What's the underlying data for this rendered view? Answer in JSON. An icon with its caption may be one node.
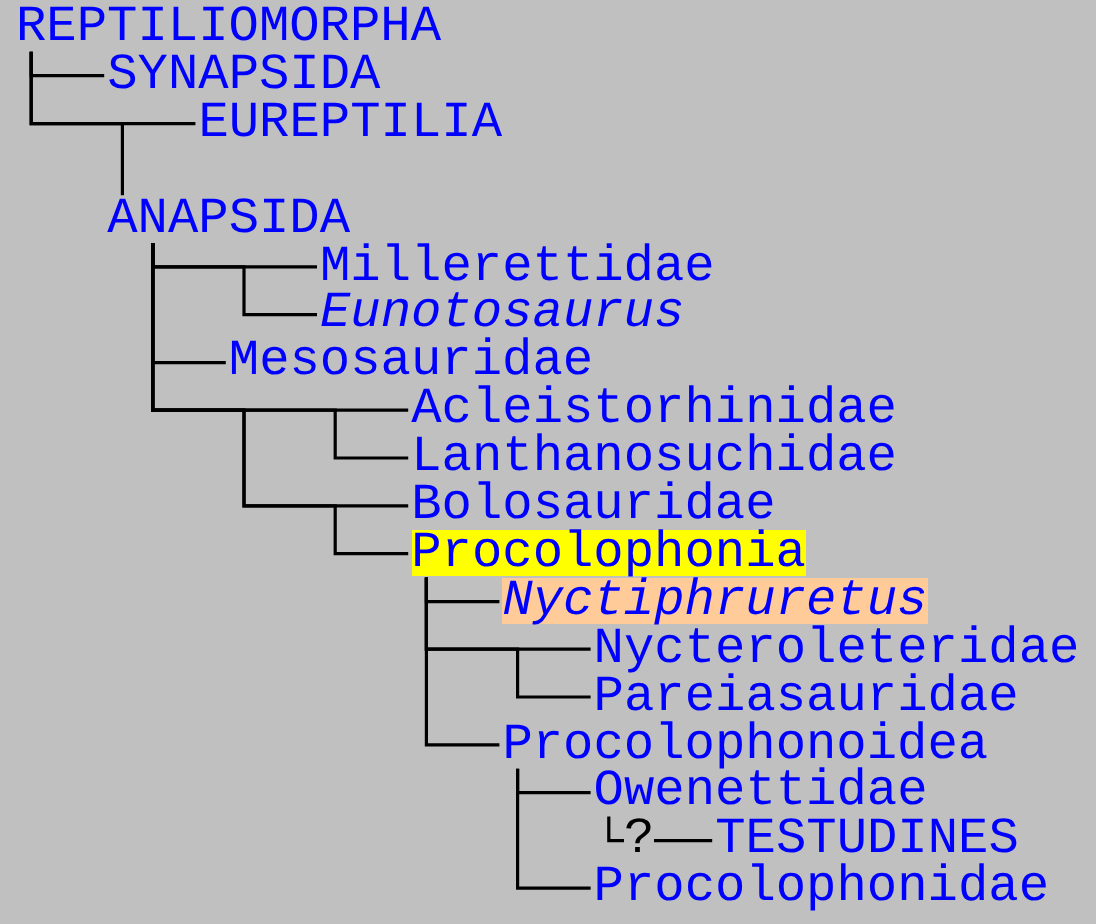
{
  "diagram": {
    "nodes": [
      {
        "text": [
          "REPTILIOMORPHA"
        ]
      },
      {
        "text": [
          "SYNAPSIDA"
        ]
      },
      {
        "text": [
          "EUREPTILIA"
        ]
      },
      {
        "text": [
          "ANAPSIDA"
        ]
      },
      {
        "text": [
          "Millerettidae"
        ]
      },
      {
        "text": [
          "Eunotosaurus"
        ]
      },
      {
        "text": [
          "Mesosauridae"
        ]
      },
      {
        "text": [
          "Acleistorhinidae"
        ]
      },
      {
        "text": [
          "Lanthanosuchidae"
        ]
      },
      {
        "text": [
          "Bolosauridae"
        ]
      },
      {
        "text": [
          "Procolophonia"
        ]
      },
      {
        "text": [
          "Nyctiphruretus"
        ]
      },
      {
        "text": [
          "Nycteroleteridae"
        ]
      },
      {
        "text": [
          "Pareiasauridae"
        ]
      },
      {
        "text": [
          "Procolophonoidea"
        ]
      },
      {
        "text": [
          "Owenettidae"
        ]
      },
      {
        "text": [
          "TESTUDINES"
        ]
      },
      {
        "text": [
          "Procolophonidae"
        ]
      }
    ],
    "edges": [
      {
        "from": 0,
        "to": 1,
        "arrow": "none"
      },
      {
        "from": 0,
        "to": 2,
        "arrow": "none"
      },
      {
        "from": 0,
        "to": 3,
        "arrow": "none"
      },
      {
        "from": 3,
        "to": 4,
        "arrow": "none"
      },
      {
        "from": 3,
        "to": 5,
        "arrow": "none"
      },
      {
        "from": 3,
        "to": 6,
        "arrow": "none"
      },
      {
        "from": 3,
        "to": 7,
        "arrow": "none"
      },
      {
        "from": 3,
        "to": 8,
        "arrow": "none"
      },
      {
        "from": 3,
        "to": 9,
        "arrow": "none"
      },
      {
        "from": 3,
        "to": 10,
        "arrow": "none"
      },
      {
        "from": 10,
        "to": 11,
        "arrow": "none"
      },
      {
        "from": 10,
        "to": 12,
        "arrow": "none"
      },
      {
        "from": 10,
        "to": 13,
        "arrow": "none"
      },
      {
        "from": 10,
        "to": 14,
        "arrow": "none"
      },
      {
        "from": 14,
        "to": 15,
        "arrow": "none"
      },
      {
        "from": 14,
        "to": 17,
        "arrow": "none"
      },
      {
        "from": 15,
        "to": 16,
        "arrow": "none",
        "label": "?"
      }
    ]
  }
}
